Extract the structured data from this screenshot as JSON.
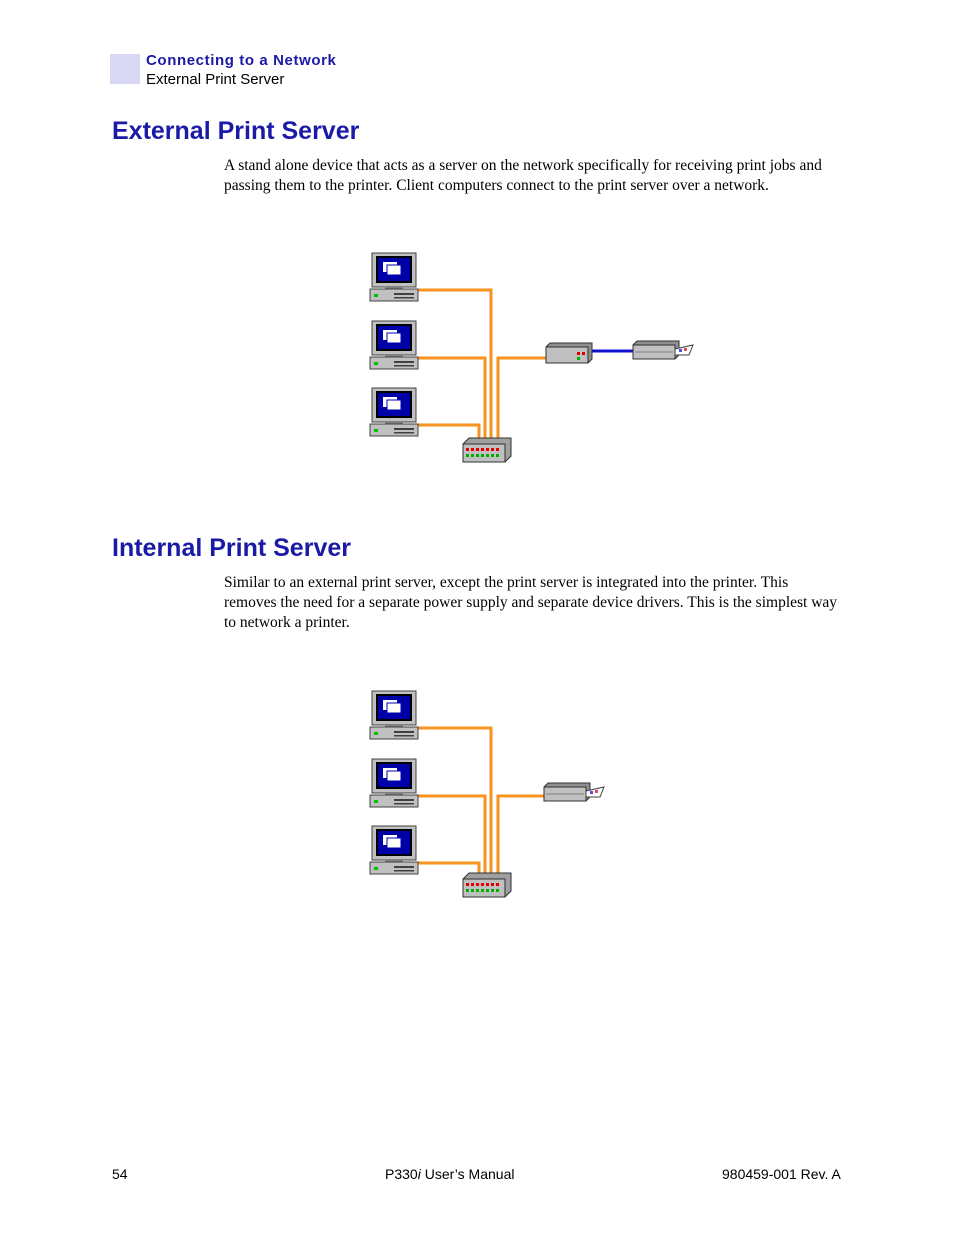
{
  "header": {
    "chapter": "Connecting to a Network",
    "section": "External Print Server"
  },
  "sections": [
    {
      "heading": "External Print Server",
      "body": "A stand alone device that acts as a server on the network specifically for receiving print jobs and passing them to the printer. Client computers connect to the print server over a network."
    },
    {
      "heading": "Internal Print Server",
      "body": "Similar to an external print server, except the print server is integrated into the printer. This removes the need for a separate power supply and separate device drivers. This is the simplest way to network a printer."
    }
  ],
  "colors": {
    "heading": "#1a1aa6",
    "network_cable": "#f7931e",
    "printer_cable": "#1010d0"
  },
  "footer": {
    "page_number": "54",
    "manual_prefix": "P330",
    "manual_italic": "i",
    "manual_suffix": " User’s Manual",
    "revision": "980459-001 Rev. A"
  }
}
